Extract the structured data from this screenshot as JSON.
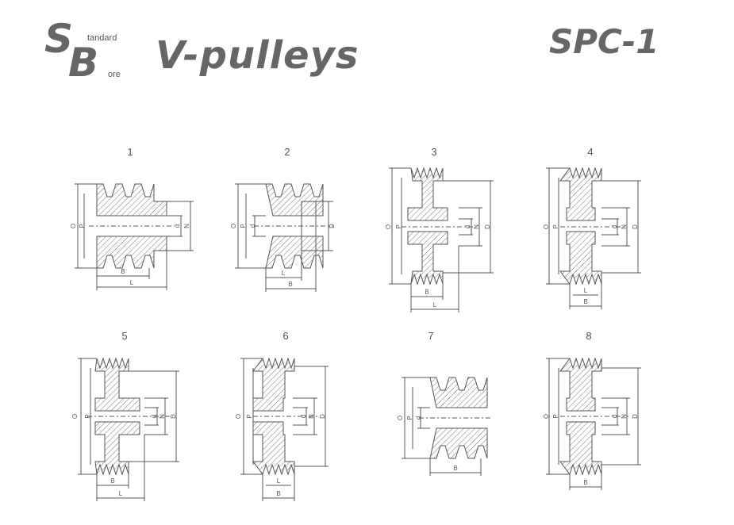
{
  "logo": {
    "s": "S",
    "b": "B",
    "standard": "tandard",
    "bore": "ore"
  },
  "header": {
    "title": "V-pulleys",
    "code": "SPC-1"
  },
  "figures": [
    {
      "num": "1",
      "labels": [
        "O",
        "P",
        "d",
        "N",
        "B",
        "L"
      ]
    },
    {
      "num": "2",
      "labels": [
        "O",
        "P",
        "d",
        "D",
        "L",
        "B"
      ]
    },
    {
      "num": "3",
      "labels": [
        "O",
        "P",
        "d",
        "N",
        "D",
        "B",
        "L"
      ]
    },
    {
      "num": "4",
      "labels": [
        "O",
        "P",
        "d",
        "N",
        "D",
        "L",
        "B"
      ]
    },
    {
      "num": "5",
      "labels": [
        "O",
        "P",
        "d",
        "N",
        "D",
        "B",
        "L"
      ]
    },
    {
      "num": "6",
      "labels": [
        "O",
        "P",
        "d",
        "N",
        "D",
        "L",
        "B"
      ]
    },
    {
      "num": "7",
      "labels": [
        "O",
        "P",
        "d",
        "B"
      ]
    },
    {
      "num": "8",
      "labels": [
        "O",
        "P",
        "d",
        "N",
        "D",
        "B"
      ]
    }
  ],
  "colors": {
    "line": "#555555",
    "text": "#5a5a5a"
  }
}
